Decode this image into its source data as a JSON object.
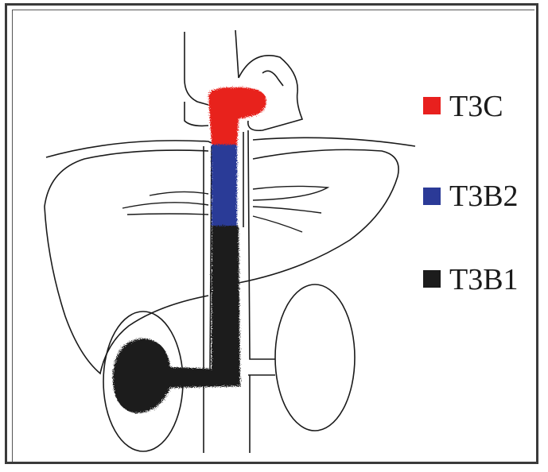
{
  "legend": [
    {
      "label": "T3C",
      "color": "#e8201e"
    },
    {
      "label": "T3B2",
      "color": "#2b3a97"
    },
    {
      "label": "T3B1",
      "color": "#1c1c1c"
    }
  ],
  "colors": {
    "outline": "#1a1a1a",
    "frame": "#3a3a3a"
  }
}
